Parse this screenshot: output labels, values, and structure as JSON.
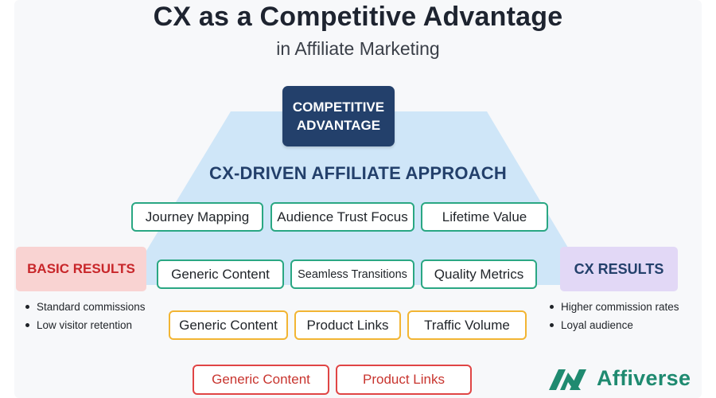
{
  "title": "CX as a Competitive Advantage",
  "subtitle": "in Affiliate Marketing",
  "apex": {
    "line1": "COMPETITIVE",
    "line2": "ADVANTAGE"
  },
  "approach_label": "CX-DRIVEN AFFILIATE APPROACH",
  "row1": [
    "Journey Mapping",
    "Audience Trust Focus",
    "Lifetime Value"
  ],
  "row2": [
    "Generic Content",
    "Seamless Transitions",
    "Quality Metrics"
  ],
  "row3": [
    "Generic Content",
    "Product Links",
    "Traffic Volume"
  ],
  "row4": [
    "Generic Content",
    "Product Links"
  ],
  "basic_results": {
    "label": "BASIC RESULTS",
    "items": [
      "Standard commissions",
      "Low visitor retention"
    ]
  },
  "cx_results": {
    "label": "CX RESULTS",
    "items": [
      "Higher commission rates",
      "Loyal audience"
    ]
  },
  "brand": {
    "name": "Affiverse",
    "color": "#1f8a70"
  },
  "colors": {
    "apex": "#23406b",
    "trapezoid": "#cfe6f8",
    "green_border": "#2aa783",
    "orange_border": "#f2b533",
    "red_border": "#e04545",
    "basic_bg": "#f9d3d2",
    "cx_bg": "#e2d8f6"
  }
}
